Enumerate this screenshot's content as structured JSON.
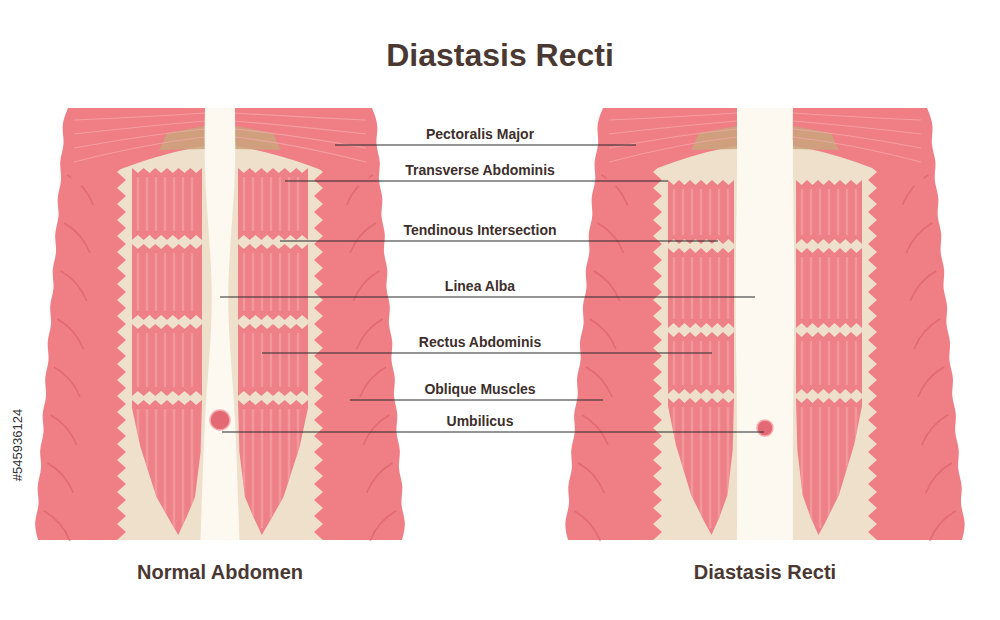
{
  "diagram": {
    "title": "Diastasis Recti",
    "labels": [
      "Pectoralis Major",
      "Transverse Abdominis",
      "Tendinous Intersection",
      "Linea Alba",
      "Rectus Abdominis",
      "Oblique Muscles",
      "Umbilicus",
      "Normal Abdomen",
      "Diastasis Recti",
      "#545936124"
    ]
  }
}
